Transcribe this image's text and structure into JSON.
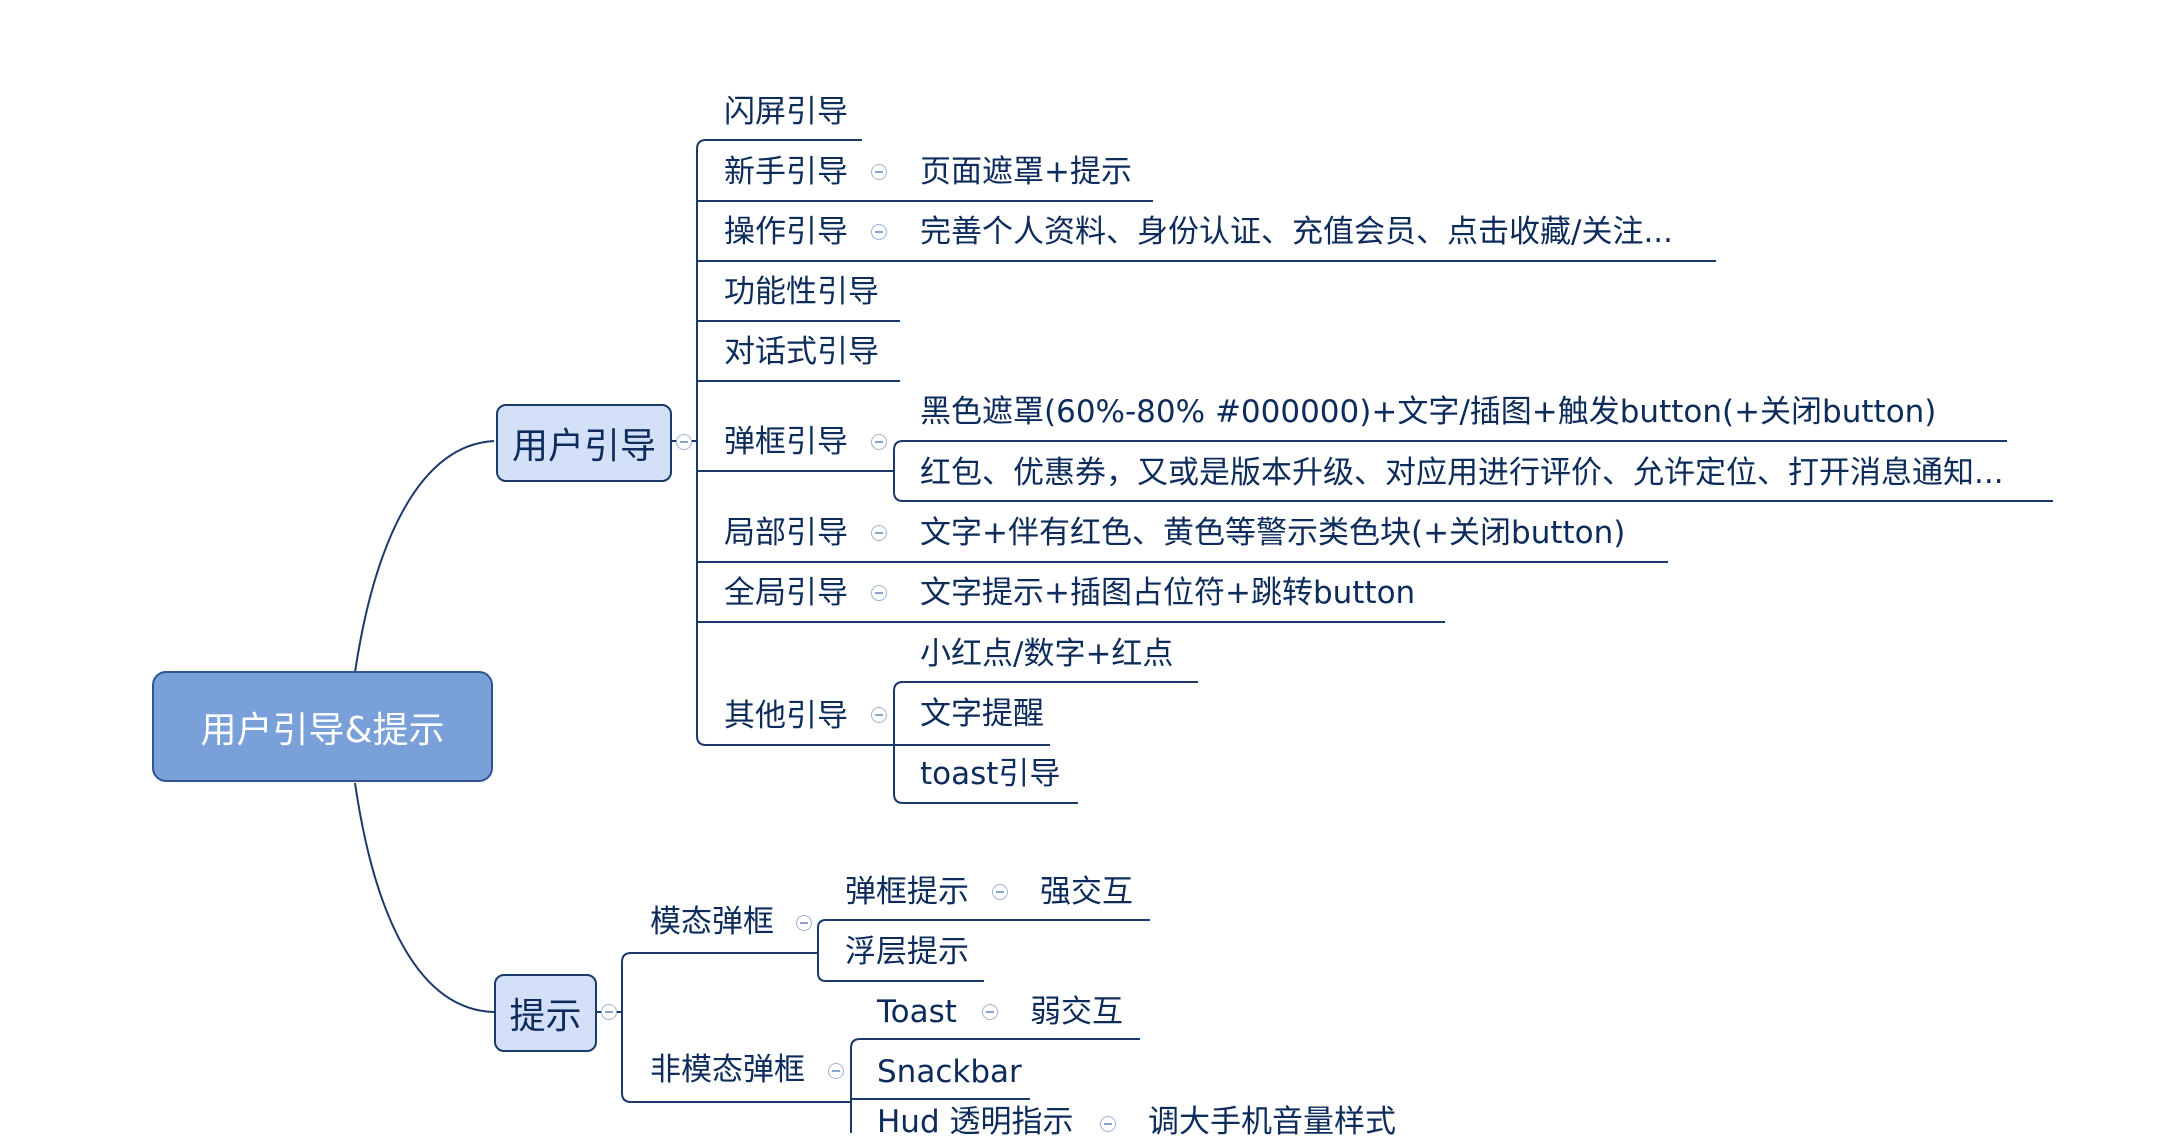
{
  "root": {
    "label": "用户引导&提示"
  },
  "guide": {
    "label": "用户引导",
    "items": [
      {
        "label": "闪屏引导"
      },
      {
        "label": "新手引导",
        "detail": "页面遮罩+提示"
      },
      {
        "label": "操作引导",
        "detail": "完善个人资料、身份认证、充值会员、点击收藏/关注..."
      },
      {
        "label": "功能性引导"
      },
      {
        "label": "对话式引导"
      },
      {
        "label": "弹框引导",
        "details": [
          "黑色遮罩(60%-80% #000000)+文字/插图+触发button(+关闭button)",
          "红包、优惠券，又或是版本升级、对应用进行评价、允许定位、打开消息通知..."
        ]
      },
      {
        "label": "局部引导",
        "detail": "文字+伴有红色、黄色等警示类色块(+关闭button)"
      },
      {
        "label": "全局引导",
        "detail": "文字提示+插图占位符+跳转button"
      },
      {
        "label": "其他引导",
        "details": [
          "小红点/数字+红点",
          "文字提醒",
          "toast引导"
        ]
      }
    ]
  },
  "tips": {
    "label": "提示",
    "modal": {
      "label": "模态弹框",
      "items": [
        {
          "label": "弹框提示",
          "detail": "强交互"
        },
        {
          "label": "浮层提示"
        }
      ]
    },
    "nonmodal": {
      "label": "非模态弹框",
      "items": [
        {
          "label": "Toast",
          "detail": "弱交互"
        },
        {
          "label": "Snackbar"
        },
        {
          "label": "Hud 透明指示",
          "detail": "调大手机音量样式"
        }
      ]
    }
  }
}
